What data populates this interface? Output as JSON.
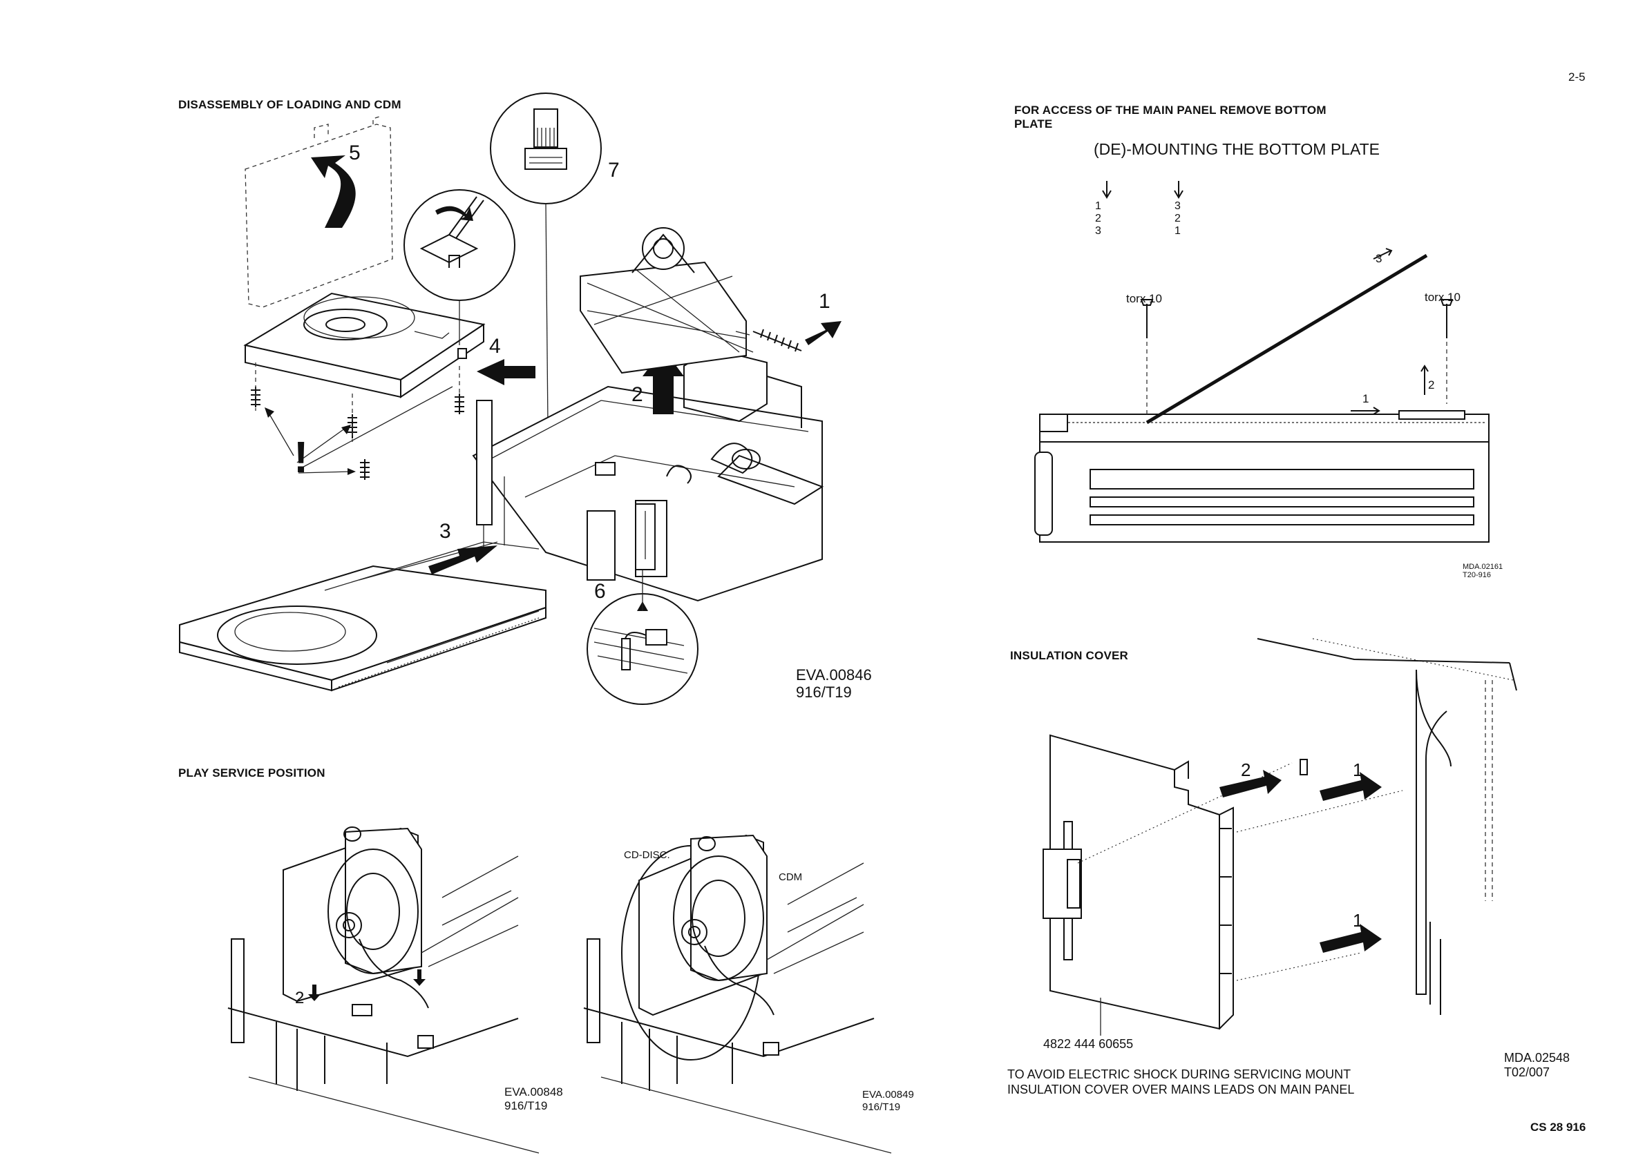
{
  "page": {
    "page_number": "2-5",
    "footer_code": "CS 28 916"
  },
  "disassembly": {
    "title": "DISASSEMBLY OF LOADING AND CDM",
    "steps": [
      "1",
      "2",
      "3",
      "4",
      "5",
      "6",
      "7"
    ],
    "warning_mark": "!",
    "ref": "EVA.00846",
    "ref2": "916/T19"
  },
  "play_service": {
    "title": "PLAY SERVICE POSITION",
    "left_step": "2",
    "left_ref": "EVA.00848",
    "left_ref2": "916/T19",
    "cd_disc_label": "CD-DISC.",
    "cdm_label": "CDM",
    "right_ref": "EVA.00849",
    "right_ref2": "916/T19"
  },
  "bottom_plate": {
    "title_line1": "FOR ACCESS OF THE MAIN PANEL REMOVE BOTTOM",
    "title_line2": "PLATE",
    "heading": "(DE)-MOUNTING  THE  BOTTOM  PLATE",
    "col_left": [
      "1",
      "2",
      "3"
    ],
    "col_right": [
      "3",
      "2",
      "1"
    ],
    "screw_left": "torx 10",
    "screw_right": "torx 10",
    "arrow_labels": [
      "3",
      "1",
      "2"
    ],
    "ref": "MDA.02161",
    "ref2": "T20-916"
  },
  "insulation": {
    "title": "INSULATION COVER",
    "step_labels": [
      "2",
      "1",
      "1"
    ],
    "part_number": "4822  444  60655",
    "warning_line1": "TO  AVOID  ELECTRIC  SHOCK  DURING  SERVICING  MOUNT",
    "warning_line2": "INSULATION  COVER  OVER  MAINS  LEADS  ON  MAIN  PANEL",
    "ref": "MDA.02548",
    "ref2": "T02/007"
  }
}
